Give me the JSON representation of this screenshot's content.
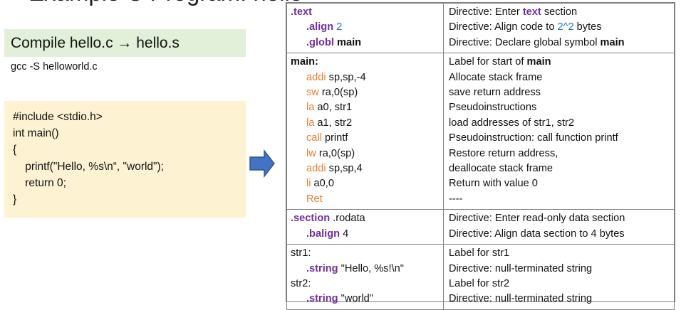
{
  "slide": {
    "title": "Example C Program: hello.c",
    "banner": "Compile hello.c → hello.s",
    "gcc_command": "gcc -S helloworld.c",
    "c_code": "#include <stdio.h>\nint main()\n{\n    printf(\"Hello, %s\\n“, \"world\");\n    return 0;\n}",
    "arrow_icon": "right-arrow-icon"
  },
  "colors": {
    "banner_bg": "#e2efd9",
    "code_bg": "#fdf2d2",
    "directive_purple": "#7030a0",
    "number_blue": "#2e75b6",
    "mnemonic_orange": "#ed7d31",
    "arrow_fill": "#4472c4",
    "arrow_stroke": "#2f528f",
    "table_border": "#808080"
  },
  "table": {
    "sections": [
      {
        "name": "text-section",
        "code": [
          {
            "indent": false,
            "parts": [
              {
                "t": ".text",
                "c": "op"
              }
            ]
          },
          {
            "indent": true,
            "parts": [
              {
                "t": ".align",
                "c": "op"
              },
              {
                "t": " ",
                "c": ""
              },
              {
                "t": "2",
                "c": "num"
              }
            ]
          },
          {
            "indent": true,
            "parts": [
              {
                "t": ".globl",
                "c": "op"
              },
              {
                "t": " ",
                "c": ""
              },
              {
                "t": "main",
                "c": "bold"
              }
            ]
          }
        ],
        "desc": [
          {
            "parts": [
              {
                "t": "Directive: Enter ",
                "c": ""
              },
              {
                "t": "text",
                "c": "op"
              },
              {
                "t": " section",
                "c": ""
              }
            ]
          },
          {
            "parts": [
              {
                "t": "Directive: Align code to ",
                "c": ""
              },
              {
                "t": "2^2",
                "c": "num"
              },
              {
                "t": " bytes",
                "c": ""
              }
            ]
          },
          {
            "parts": [
              {
                "t": "Directive: Declare global symbol ",
                "c": ""
              },
              {
                "t": "main",
                "c": "bold"
              }
            ]
          }
        ]
      },
      {
        "name": "main-section",
        "code": [
          {
            "indent": false,
            "parts": [
              {
                "t": "main:",
                "c": "bold"
              }
            ]
          },
          {
            "indent": true,
            "parts": [
              {
                "t": "addi",
                "c": "mn"
              },
              {
                "t": " sp,sp,-4",
                "c": ""
              }
            ]
          },
          {
            "indent": true,
            "parts": [
              {
                "t": "sw",
                "c": "mn"
              },
              {
                "t": " ra,0(sp)",
                "c": ""
              }
            ]
          },
          {
            "indent": true,
            "parts": [
              {
                "t": "la",
                "c": "mn"
              },
              {
                "t": " a0, str1",
                "c": ""
              }
            ]
          },
          {
            "indent": true,
            "parts": [
              {
                "t": "la",
                "c": "mn"
              },
              {
                "t": " a1, str2",
                "c": ""
              }
            ]
          },
          {
            "indent": true,
            "parts": [
              {
                "t": "call",
                "c": "mn"
              },
              {
                "t": " printf",
                "c": ""
              }
            ]
          },
          {
            "indent": true,
            "parts": [
              {
                "t": "lw",
                "c": "mn"
              },
              {
                "t": " ra,0(sp)",
                "c": ""
              }
            ]
          },
          {
            "indent": true,
            "parts": [
              {
                "t": "addi",
                "c": "mn"
              },
              {
                "t": " sp,sp,4",
                "c": ""
              }
            ]
          },
          {
            "indent": true,
            "parts": [
              {
                "t": "li",
                "c": "mn"
              },
              {
                "t": " a0,0",
                "c": ""
              }
            ]
          },
          {
            "indent": true,
            "parts": [
              {
                "t": "Ret",
                "c": "mn"
              }
            ]
          }
        ],
        "desc": [
          {
            "parts": [
              {
                "t": "Label for start of ",
                "c": ""
              },
              {
                "t": "main",
                "c": "bold"
              }
            ]
          },
          {
            "parts": [
              {
                "t": "Allocate stack frame",
                "c": ""
              }
            ]
          },
          {
            "parts": [
              {
                "t": "save return address",
                "c": ""
              }
            ]
          },
          {
            "parts": [
              {
                "t": "Pseudoinstructions",
                "c": ""
              }
            ]
          },
          {
            "parts": [
              {
                "t": "load addresses of str1, str2",
                "c": ""
              }
            ]
          },
          {
            "parts": [
              {
                "t": "Pseudoinstruction: call function printf",
                "c": ""
              }
            ]
          },
          {
            "parts": [
              {
                "t": "Restore return address,",
                "c": ""
              }
            ]
          },
          {
            "parts": [
              {
                "t": "deallocate stack frame",
                "c": ""
              }
            ]
          },
          {
            "parts": [
              {
                "t": "Return with value 0",
                "c": ""
              }
            ]
          },
          {
            "parts": [
              {
                "t": "----",
                "c": ""
              }
            ]
          }
        ]
      },
      {
        "name": "rodata-section",
        "code": [
          {
            "indent": false,
            "parts": [
              {
                "t": ".section",
                "c": "op"
              },
              {
                "t": " .rodata",
                "c": ""
              }
            ]
          },
          {
            "indent": true,
            "parts": [
              {
                "t": ".balign",
                "c": "op"
              },
              {
                "t": " 4",
                "c": ""
              }
            ]
          }
        ],
        "desc": [
          {
            "parts": [
              {
                "t": "Directive: Enter read-only data section",
                "c": ""
              }
            ]
          },
          {
            "parts": [
              {
                "t": "Directive: Align data section to 4 bytes",
                "c": ""
              }
            ]
          }
        ]
      },
      {
        "name": "strings-section",
        "code": [
          {
            "indent": false,
            "parts": [
              {
                "t": "str1:",
                "c": ""
              }
            ]
          },
          {
            "indent": true,
            "parts": [
              {
                "t": ".string",
                "c": "op"
              },
              {
                "t": " \"Hello, %s!\\n\"",
                "c": ""
              }
            ]
          },
          {
            "indent": false,
            "parts": [
              {
                "t": "str2:",
                "c": ""
              }
            ]
          },
          {
            "indent": true,
            "parts": [
              {
                "t": ".string",
                "c": "op"
              },
              {
                "t": " \"world\"",
                "c": ""
              }
            ]
          }
        ],
        "desc": [
          {
            "parts": [
              {
                "t": "Label for str1",
                "c": ""
              }
            ]
          },
          {
            "parts": [
              {
                "t": "Directive: null-terminated string",
                "c": ""
              }
            ]
          },
          {
            "parts": [
              {
                "t": "Label for str2",
                "c": ""
              }
            ]
          },
          {
            "parts": [
              {
                "t": "Directive: null-terminated string",
                "c": ""
              }
            ]
          }
        ]
      }
    ]
  }
}
